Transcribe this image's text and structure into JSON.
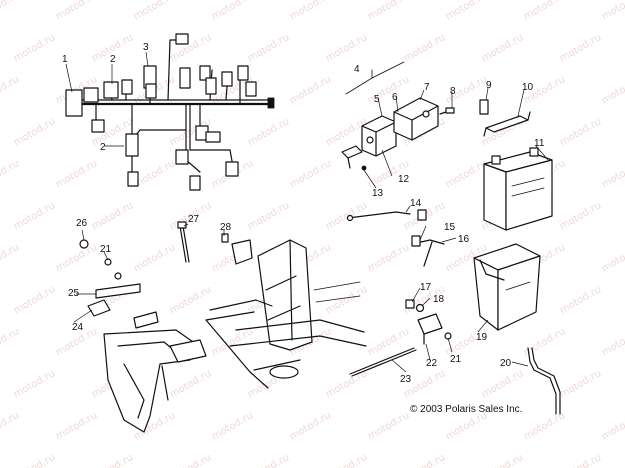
{
  "watermark": "motod.ru",
  "copyright": "© 2003 Polaris Sales Inc.",
  "callouts": [
    "1",
    "2",
    "2",
    "3",
    "4",
    "5",
    "6",
    "7",
    "8",
    "9",
    "10",
    "11",
    "12",
    "13",
    "14",
    "15",
    "16",
    "17",
    "18",
    "19",
    "20",
    "21",
    "21",
    "22",
    "23",
    "24",
    "25",
    "26",
    "27",
    "28"
  ]
}
